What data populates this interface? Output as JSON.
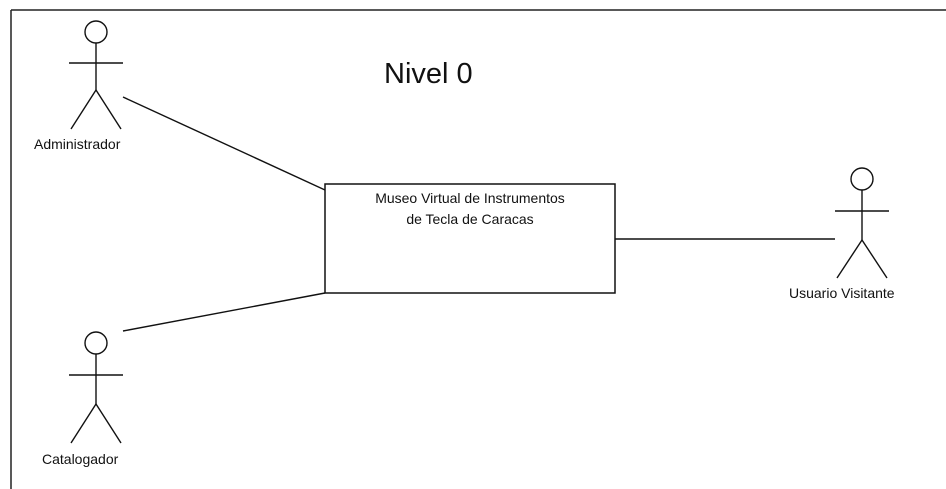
{
  "diagram": {
    "title": "Nivel 0",
    "system": {
      "line1": "Museo Virtual de Instrumentos",
      "line2": "de Tecla de Caracas"
    },
    "actors": [
      {
        "id": "administrador",
        "label": "Administrador"
      },
      {
        "id": "catalogador",
        "label": "Catalogador"
      },
      {
        "id": "usuario-visitante",
        "label": "Usuario Visitante"
      }
    ],
    "colors": {
      "stroke": "#000000",
      "background": "#ffffff"
    }
  }
}
